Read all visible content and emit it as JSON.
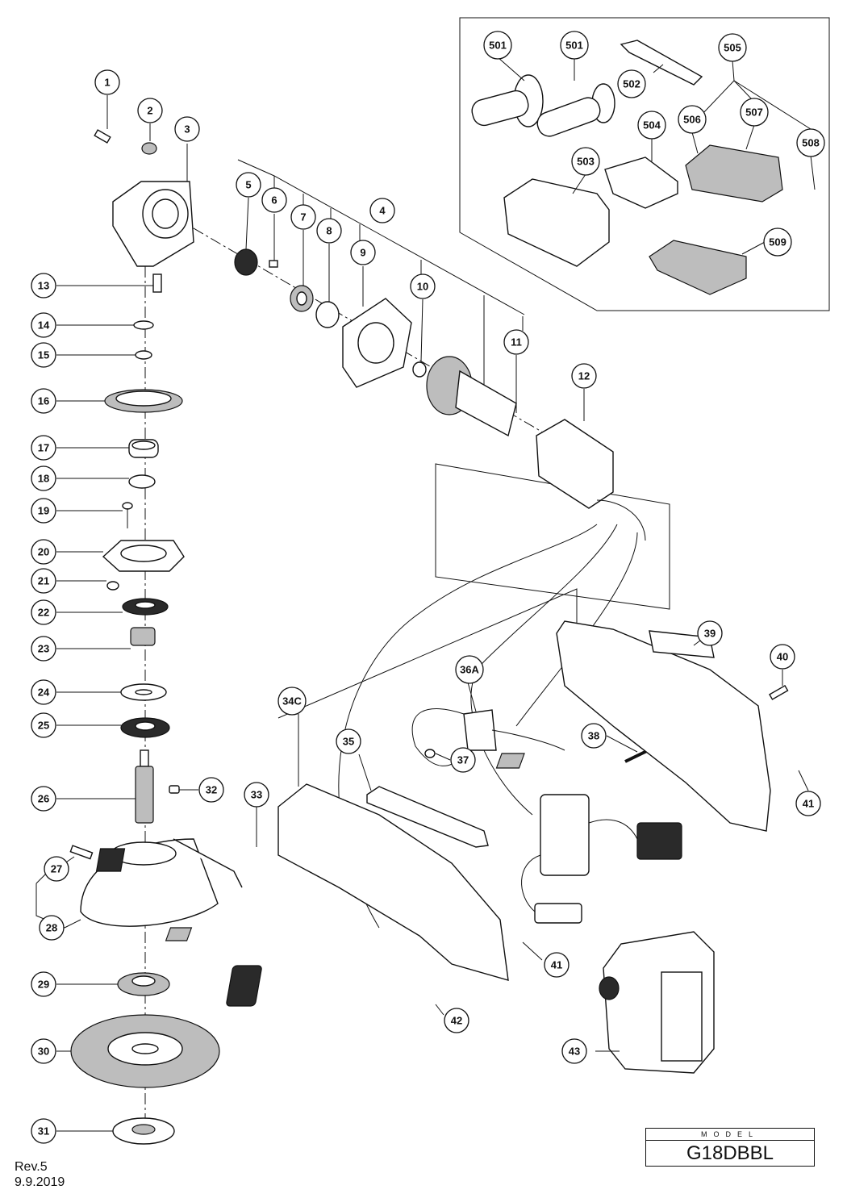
{
  "model": {
    "label": "MODEL",
    "value": "G18DBBL"
  },
  "revision": {
    "rev": "Rev.5",
    "date": "9.9.2019"
  },
  "callouts": [
    "1",
    "2",
    "3",
    "4",
    "5",
    "6",
    "7",
    "8",
    "9",
    "10",
    "11",
    "12",
    "13",
    "14",
    "15",
    "16",
    "17",
    "18",
    "19",
    "20",
    "21",
    "22",
    "23",
    "24",
    "25",
    "26",
    "27",
    "28",
    "29",
    "30",
    "31",
    "32",
    "33",
    "34C",
    "35",
    "36A",
    "37",
    "38",
    "39",
    "40",
    "41",
    "41",
    "42",
    "43",
    "501",
    "501",
    "502",
    "503",
    "504",
    "505",
    "506",
    "507",
    "508",
    "509"
  ]
}
